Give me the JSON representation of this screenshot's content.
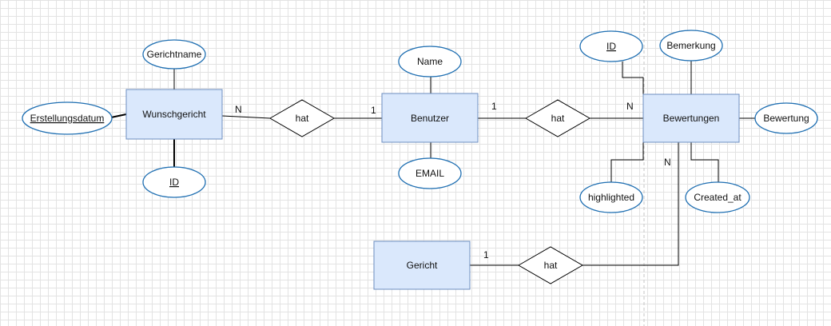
{
  "entities": {
    "wunschgericht": "Wunschgericht",
    "benutzer": "Benutzer",
    "bewertungen": "Bewertungen",
    "gericht": "Gericht"
  },
  "attributes": {
    "gerichtname": "Gerichtname",
    "erstellungsdatum": "Erstellungsdatum",
    "wunsch_id": "ID",
    "name": "Name",
    "email": "EMAIL",
    "bew_id": "ID",
    "bemerkung": "Bemerkung",
    "bewertung": "Bewertung",
    "highlighted": "highlighted",
    "created_at": "Created_at"
  },
  "relationships": {
    "rel1": "hat",
    "rel2": "hat",
    "rel3": "hat"
  },
  "cardinalities": {
    "wunsch_n": "N",
    "benutzer_1_left": "1",
    "benutzer_1_right": "1",
    "bew_n_left": "N",
    "bew_n_bottom": "N",
    "gericht_1": "1"
  }
}
